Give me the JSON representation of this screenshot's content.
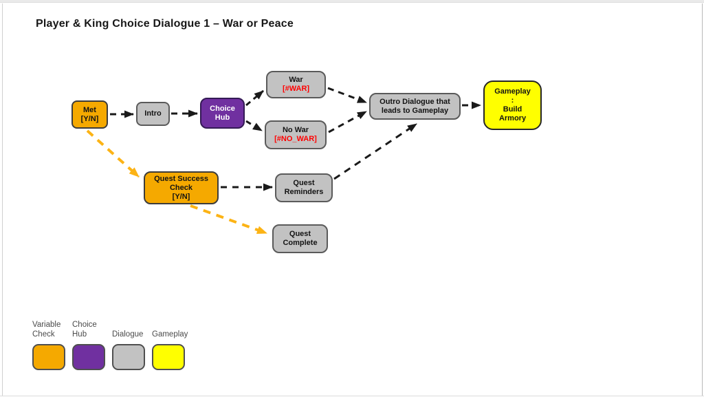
{
  "title": "Player & King Choice Dialogue 1 – War or Peace",
  "colors": {
    "variable_check": "#F5A900",
    "choice_hub": "#7030A0",
    "dialogue": "#C2C2C2",
    "gameplay": "#FFFF00",
    "tag_red": "#FF0000",
    "arrow_black": "#1A1A1A",
    "arrow_orange": "#FCB315"
  },
  "nodes": {
    "met": {
      "type": "variable-check",
      "lines": [
        "Met",
        "[Y/N]"
      ]
    },
    "intro": {
      "type": "dialogue",
      "lines": [
        "Intro"
      ]
    },
    "choice_hub": {
      "type": "choice-hub",
      "lines": [
        "Choice",
        "Hub"
      ]
    },
    "war": {
      "type": "dialogue",
      "label": "War",
      "tag": "[#WAR]"
    },
    "no_war": {
      "type": "dialogue",
      "label": "No War",
      "tag": "[#NO_WAR]"
    },
    "outro": {
      "type": "dialogue",
      "lines": [
        "Outro Dialogue that",
        "leads to Gameplay"
      ]
    },
    "gameplay": {
      "type": "gameplay",
      "lines": [
        "Gameplay",
        ":",
        "Build",
        "Armory"
      ]
    },
    "quest_success": {
      "type": "variable-check",
      "lines": [
        "Quest Success",
        "Check",
        "[Y/N]"
      ]
    },
    "quest_reminders": {
      "type": "dialogue",
      "lines": [
        "Quest",
        "Reminders"
      ]
    },
    "quest_complete": {
      "type": "dialogue",
      "lines": [
        "Quest",
        "Complete"
      ]
    }
  },
  "edges": [
    {
      "from": "met",
      "to": "intro",
      "style": "dashed",
      "color": "black"
    },
    {
      "from": "intro",
      "to": "choice_hub",
      "style": "dashed",
      "color": "black"
    },
    {
      "from": "choice_hub",
      "to": "war",
      "style": "dashed",
      "color": "black"
    },
    {
      "from": "choice_hub",
      "to": "no_war",
      "style": "dashed",
      "color": "black"
    },
    {
      "from": "war",
      "to": "outro",
      "style": "dashed",
      "color": "black"
    },
    {
      "from": "no_war",
      "to": "outro",
      "style": "dashed",
      "color": "black"
    },
    {
      "from": "outro",
      "to": "gameplay",
      "style": "dashed",
      "color": "black"
    },
    {
      "from": "met",
      "to": "quest_success",
      "style": "dashed",
      "color": "orange"
    },
    {
      "from": "quest_success",
      "to": "quest_reminders",
      "style": "dashed",
      "color": "black"
    },
    {
      "from": "quest_reminders",
      "to": "outro",
      "style": "dashed",
      "color": "black"
    },
    {
      "from": "quest_success",
      "to": "quest_complete",
      "style": "dashed",
      "color": "orange"
    }
  ],
  "legend": {
    "items": [
      {
        "label_lines": [
          "Variable",
          "Check"
        ],
        "swatch_color": "#F5A900"
      },
      {
        "label_lines": [
          "Choice",
          "Hub"
        ],
        "swatch_color": "#7030A0"
      },
      {
        "label_lines": [
          "Dialogue"
        ],
        "swatch_color": "#C2C2C2"
      },
      {
        "label_lines": [
          "Gameplay"
        ],
        "swatch_color": "#FFFF00"
      }
    ]
  }
}
